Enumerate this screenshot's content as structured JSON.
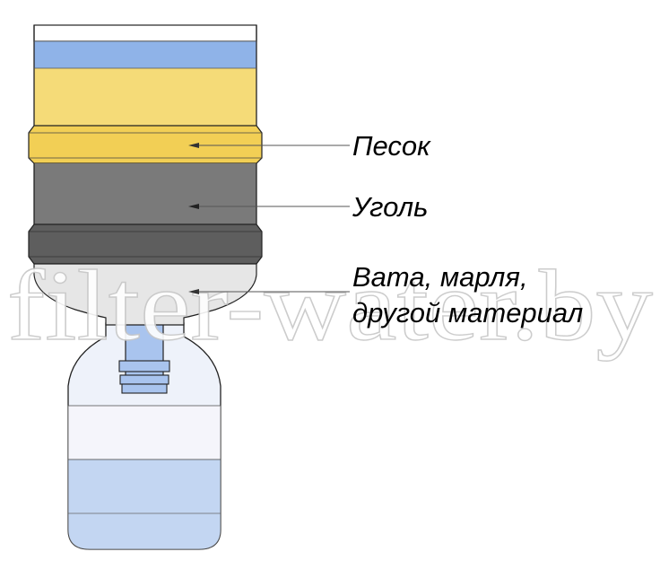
{
  "labels": {
    "sand": "Песок",
    "coal": "Уголь",
    "cotton_line1": "Вата, марля,",
    "cotton_line2": "другой материал"
  },
  "watermark": "filter-water.by",
  "colors": {
    "water_top": "#8fb3e8",
    "sand": "#f5db78",
    "sand_band": "#f2cf55",
    "coal": "#7a7a7a",
    "coal_band": "#5e5e5e",
    "cotton": "#e6e6e6",
    "jar": "#eef2fa",
    "jar_water": "#c3d6f2",
    "neck": "#a9c4ee",
    "outline": "#222222"
  }
}
